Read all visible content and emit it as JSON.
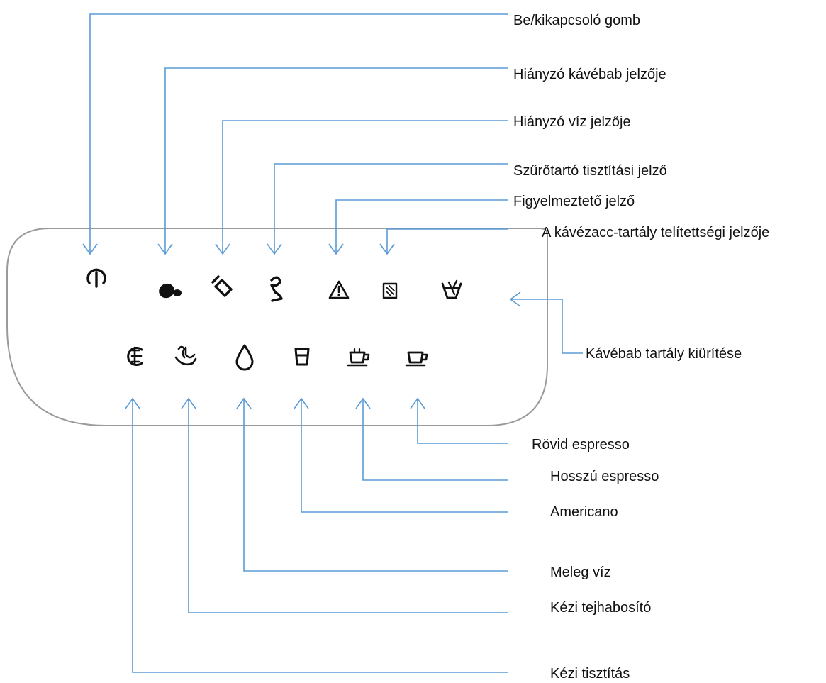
{
  "labels": {
    "power_button": "Be/kikapcsoló gomb",
    "no_beans": "Hiányzó kávébab jelzője",
    "no_water": "Hiányzó víz jelzője",
    "filter_holder_clean": "Szűrőtartó tisztítási jelző",
    "warning": "Figyelmeztető jelző",
    "grounds_container_full": "A kávézacc-tartály telítettségi jelzője",
    "empty_bean_container": "Kávébab tartály kiürítése",
    "short_espresso": "Rövid espresso",
    "long_espresso": "Hosszú espresso",
    "americano": "Americano",
    "hot_water": "Meleg víz",
    "manual_frother": "Kézi tejhabosító",
    "manual_cleaning": "Kézi tisztítás"
  },
  "colors": {
    "leader_line": "#5b9bd5",
    "panel_outline": "#9a9a9a",
    "icon": "#111111",
    "text": "#111111"
  }
}
